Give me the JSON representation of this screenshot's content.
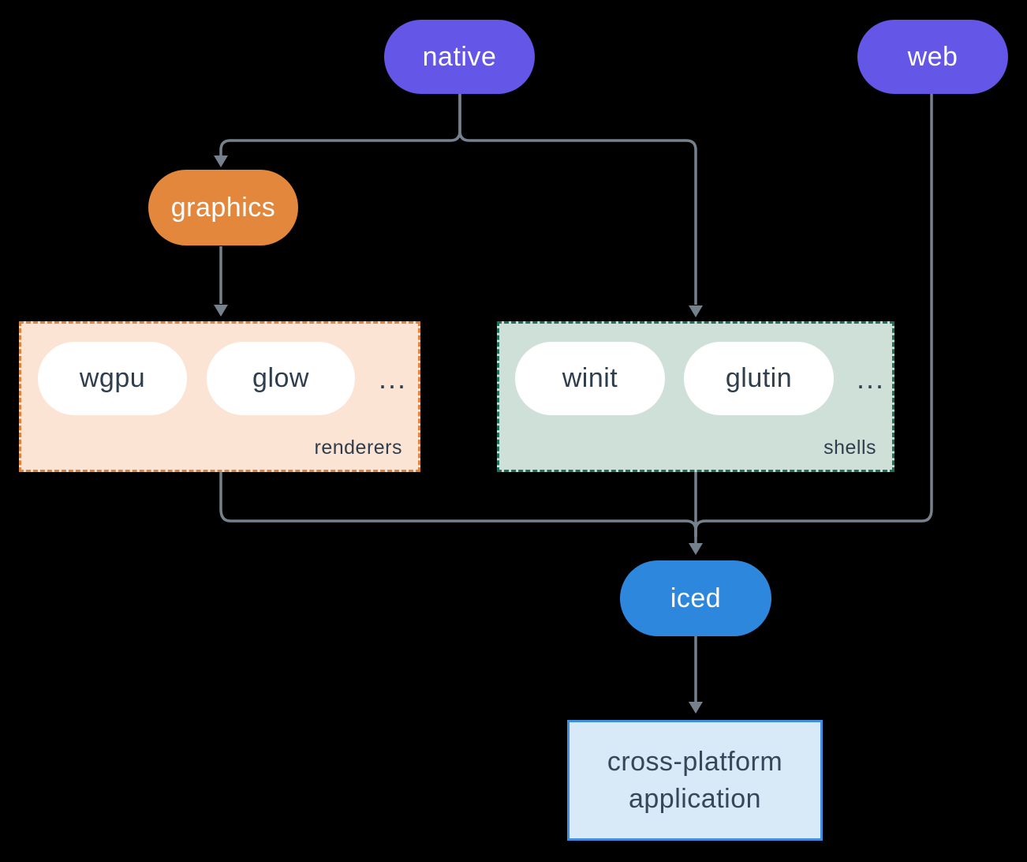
{
  "colors": {
    "canvas-bg": "#000000",
    "purple": "#6456E6",
    "orange": "#E2873C",
    "blue": "#2D87DC",
    "line": "#76818E",
    "ink": "#2F3E4E",
    "pill-white": "#FFFFFF",
    "renderers-bg": "#FBE4D3",
    "renderers-border": "#E0823A",
    "shells-bg": "#CFE0D9",
    "shells-border": "#1E6F5C",
    "app-bg": "#D8E9F8",
    "app-border": "#3F8EE0",
    "app-ink": "#35485A"
  },
  "nodes": {
    "native": {
      "label": "native"
    },
    "web": {
      "label": "web"
    },
    "graphics": {
      "label": "graphics"
    },
    "iced": {
      "label": "iced"
    },
    "app": {
      "line1": "cross-platform",
      "line2": "application"
    }
  },
  "groups": {
    "renderers": {
      "label": "renderers",
      "items": [
        "wgpu",
        "glow"
      ],
      "ellipsis": "..."
    },
    "shells": {
      "label": "shells",
      "items": [
        "winit",
        "glutin"
      ],
      "ellipsis": "..."
    }
  }
}
